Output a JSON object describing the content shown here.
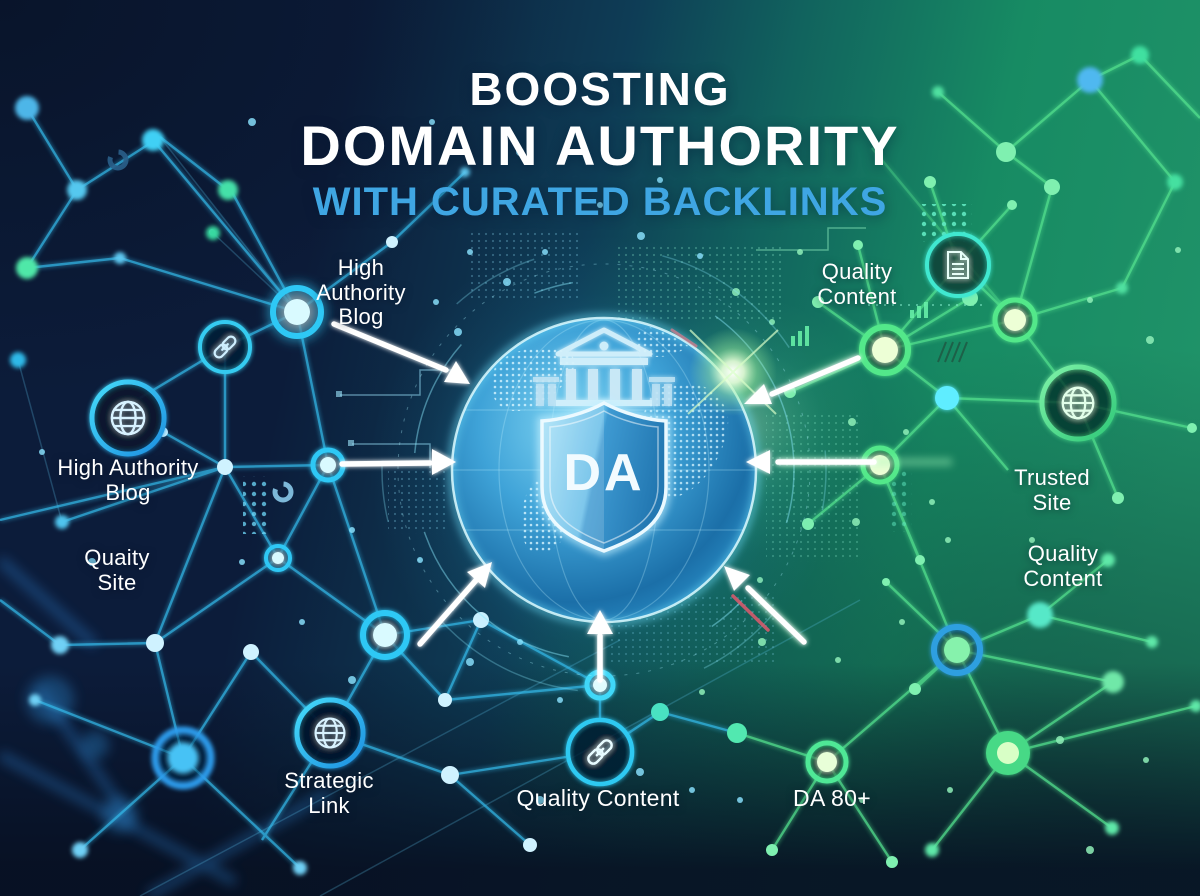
{
  "title": {
    "line1": "BOOSTING",
    "line2": "DOMAIN AUTHORITY",
    "line3": "WITH CURATED BACKLINKS"
  },
  "center": {
    "badge": "DA"
  },
  "labels": {
    "high_authority_blog_top": {
      "lines": [
        "High",
        "Authority",
        "Blog"
      ]
    },
    "quality_content_top": {
      "lines": [
        "Quality",
        "Content"
      ]
    },
    "high_authority_blog_left": {
      "lines": [
        "High Authority",
        "Blog"
      ]
    },
    "quaity_site_left": {
      "lines": [
        "Quaity",
        "Site"
      ]
    },
    "trusted_site_right": {
      "lines": [
        "Trusted",
        "Site"
      ]
    },
    "quality_content_right": {
      "lines": [
        "Quality",
        "Content"
      ]
    },
    "strategic_link_bottom": {
      "lines": [
        "Strategic",
        "Link"
      ]
    },
    "quality_content_bottom": {
      "lines": [
        "Quality Content"
      ]
    },
    "da_80_bottom": {
      "lines": [
        "DA 80+"
      ]
    }
  },
  "icons": {
    "central": [
      "globe-icon",
      "shield-icon",
      "bank-icon"
    ],
    "site_nodes": [
      "globe-icon",
      "link-icon",
      "document-icon"
    ]
  },
  "colors": {
    "background_navy": "#0C1C3A",
    "background_green": "#1F9268",
    "accent_cyan": "#2FC3F2",
    "accent_blue": "#1E9BE8",
    "accent_green": "#55E795",
    "title_accent_blue": "#3FA6E3",
    "text_white": "#FFFFFF"
  }
}
